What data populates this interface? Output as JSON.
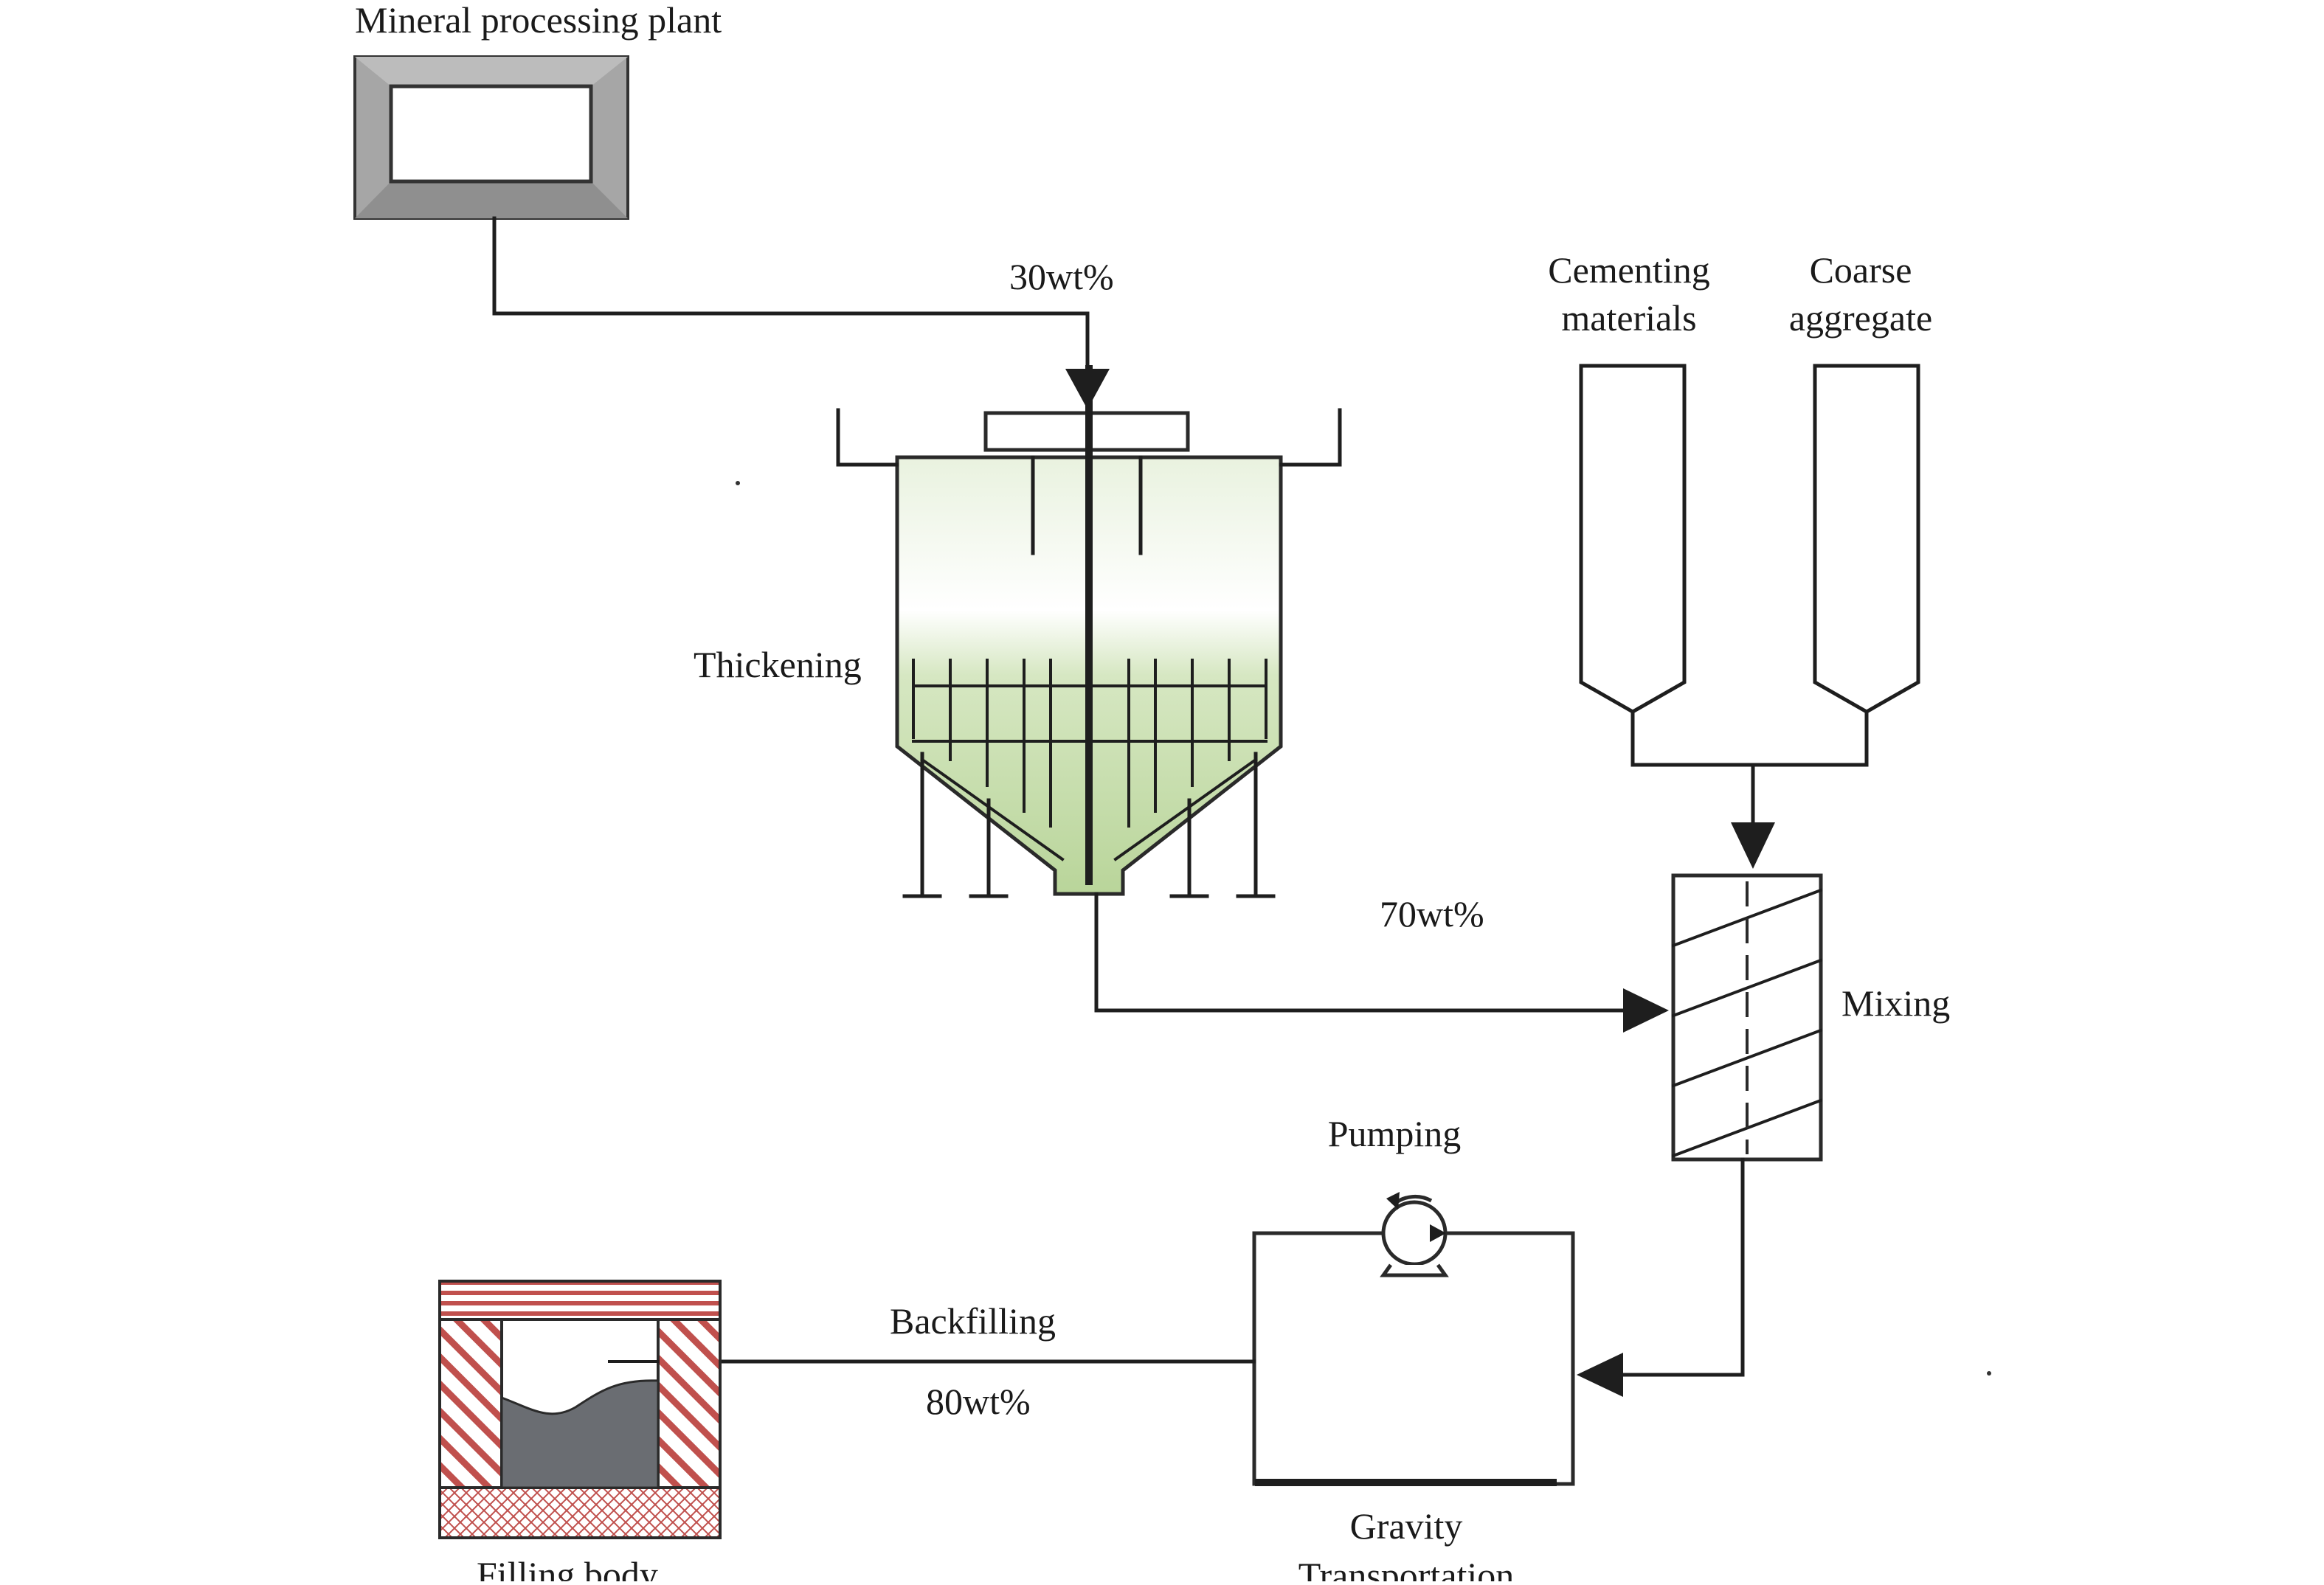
{
  "labels": {
    "plant": "Mineral processing plant",
    "feed_concentration": "30wt%",
    "thickening": "Thickening",
    "cementing_line1": "Cementing",
    "cementing_line2": "materials",
    "coarse_line1": "Coarse",
    "coarse_line2": "aggregate",
    "underflow_concentration": "70wt%",
    "mixing": "Mixing",
    "pumping": "Pumping",
    "backfilling": "Backfilling",
    "backfill_concentration": "80wt%",
    "filling_body": "Filling body",
    "gravity_line1": "Gravity",
    "gravity_line2": "Transportation"
  },
  "colors": {
    "line": "#1e1e1e",
    "plant_frame": "#a6a6a6",
    "thickener_fill": "#c8deae",
    "hatch_red": "#c0504d",
    "fill_material": "#6a6d72"
  },
  "icons": [
    "pump-icon"
  ]
}
